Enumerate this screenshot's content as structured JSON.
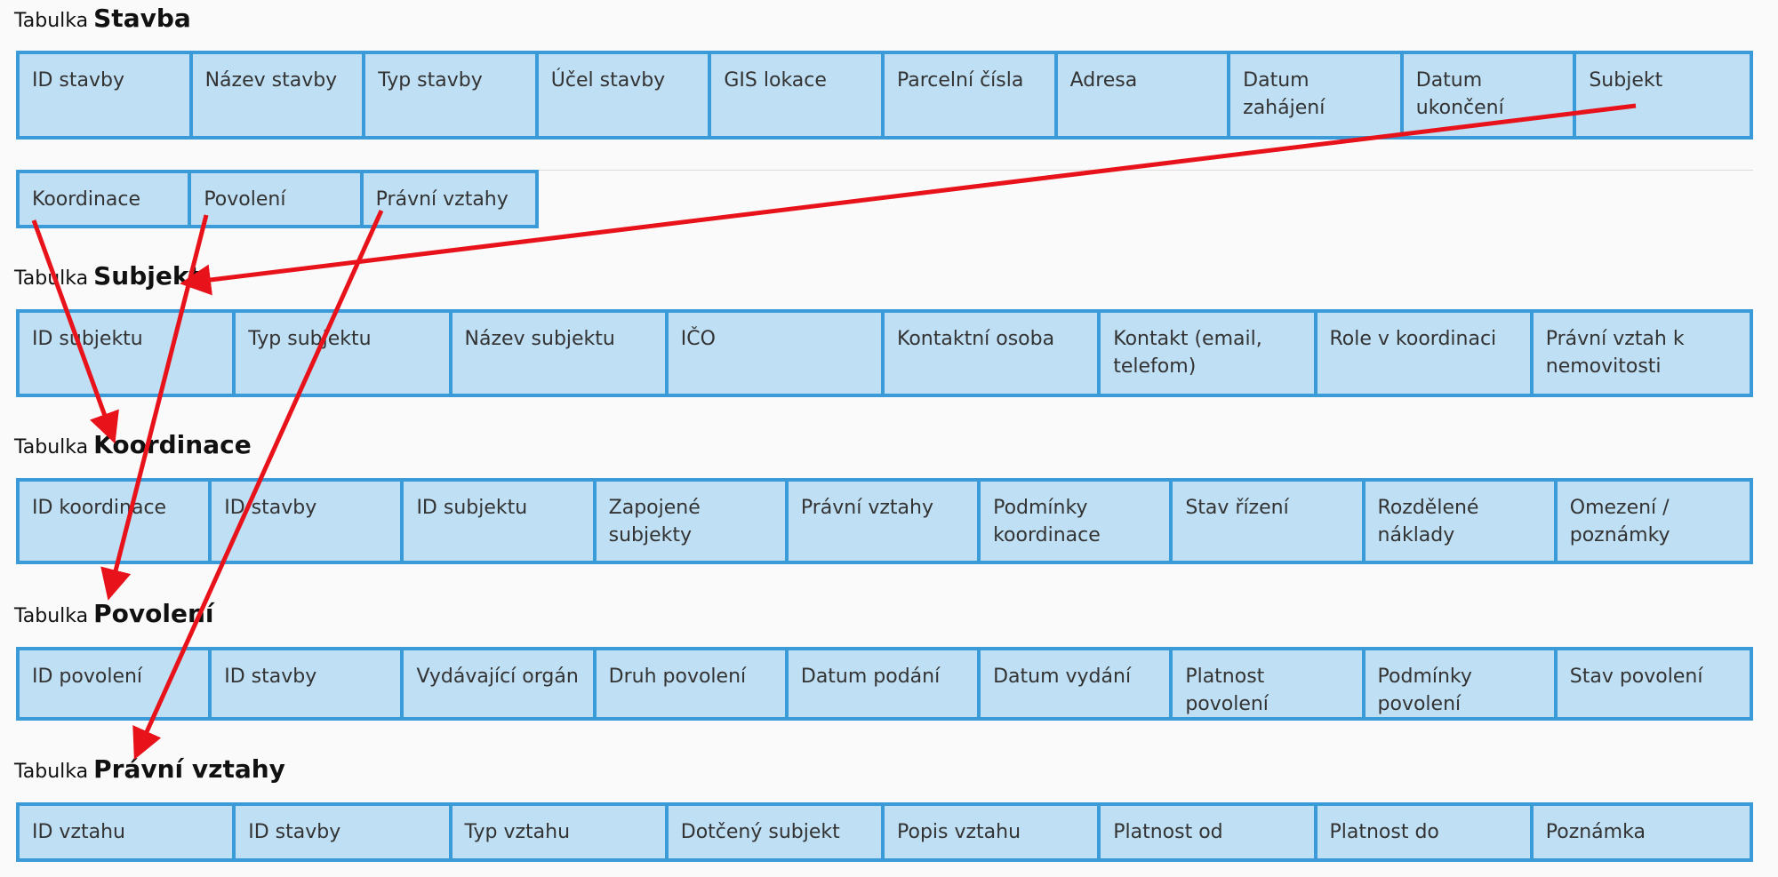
{
  "tables": {
    "stavba": {
      "prefix": "Tabulka",
      "name": "Stavba",
      "columns": [
        "ID stavby",
        "Název stavby",
        "Typ stavby",
        "Účel stavby",
        "GIS lokace",
        "Parcelní čísla",
        "Adresa",
        "Datum zahájení",
        "Datum ukončení",
        "Subjekt"
      ],
      "columns_row2": [
        "Koordinace",
        "Povolení",
        "Právní vztahy"
      ]
    },
    "subjekt": {
      "prefix": "Tabulka",
      "name": "Subjekt",
      "columns": [
        "ID subjektu",
        "Typ subjektu",
        "Název subjektu",
        "IČO",
        "Kontaktní osoba",
        "Kontakt (email, telefom)",
        "Role v koordinaci",
        "Právní vztah k nemovitosti"
      ]
    },
    "koordinace": {
      "prefix": "Tabulka",
      "name": "Koordinace",
      "columns": [
        "ID koordinace",
        "ID stavby",
        "ID subjektu",
        "Zapojené subjekty",
        "Právní vztahy",
        "Podmínky koordinace",
        "Stav řízení",
        "Rozdělené náklady",
        "Omezení / poznámky"
      ]
    },
    "povoleni": {
      "prefix": "Tabulka",
      "name": "Povolení",
      "columns": [
        "ID povolení",
        "ID stavby",
        "Vydávající orgán",
        "Druh povolení",
        "Datum podání",
        "Datum vydání",
        "Platnost povolení",
        "Podmínky povolení",
        "Stav povolení"
      ]
    },
    "pravni_vztahy": {
      "prefix": "Tabulka",
      "name": "Právní vztahy",
      "columns": [
        "ID vztahu",
        "ID stavby",
        "Typ vztahu",
        "Dotčený subjekt",
        "Popis vztahu",
        "Platnost od",
        "Platnost do",
        "Poznámka"
      ]
    }
  },
  "colors": {
    "cell_fill": "#bfdff4",
    "cell_border": "#3b9ad8",
    "arrow": "#e8121b",
    "background": "#fafafa"
  }
}
